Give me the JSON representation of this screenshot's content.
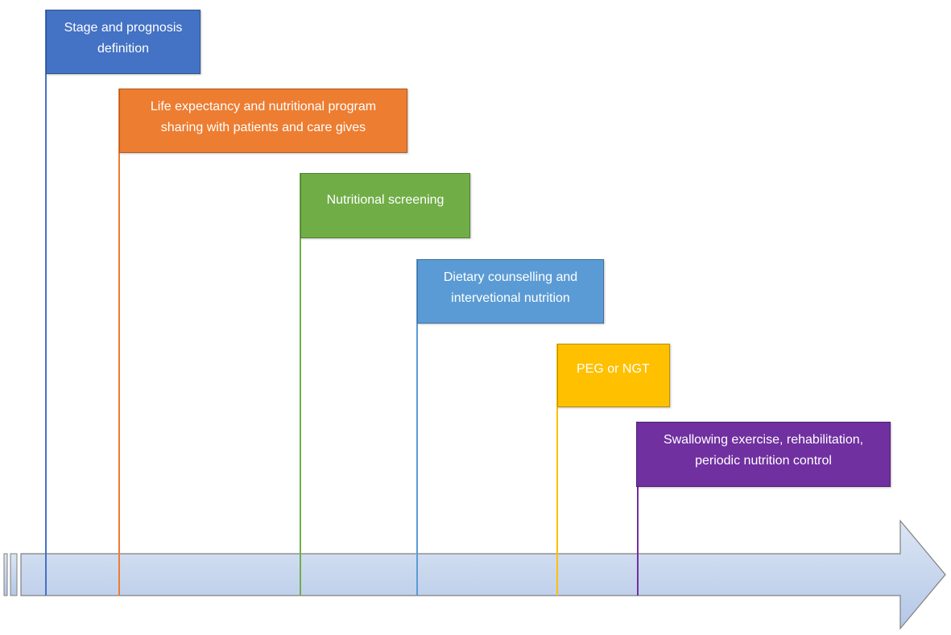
{
  "steps": [
    {
      "label": "Stage and prognosis\ndefinition",
      "color": "#4472C4",
      "border": "#2F528F"
    },
    {
      "label": "Life expectancy and nutritional program\nsharing with patients and care gives",
      "color": "#ED7D31",
      "border": "#AE5A21"
    },
    {
      "label": "Nutritional screening",
      "color": "#70AD47",
      "border": "#507E32"
    },
    {
      "label": "Dietary counselling and\nintervetional nutrition",
      "color": "#5B9BD5",
      "border": "#41719C"
    },
    {
      "label": "PEG or NGT",
      "color": "#FFC000",
      "border": "#BC8C00"
    },
    {
      "label": "Swallowing exercise, rehabilitation,\nperiodic nutrition control",
      "color": "#7030A0",
      "border": "#4E2270"
    }
  ],
  "timeline": {
    "fill_top": "#DCE6F4",
    "fill_bottom": "#B4C7E7",
    "stroke": "#7F7F7F"
  }
}
